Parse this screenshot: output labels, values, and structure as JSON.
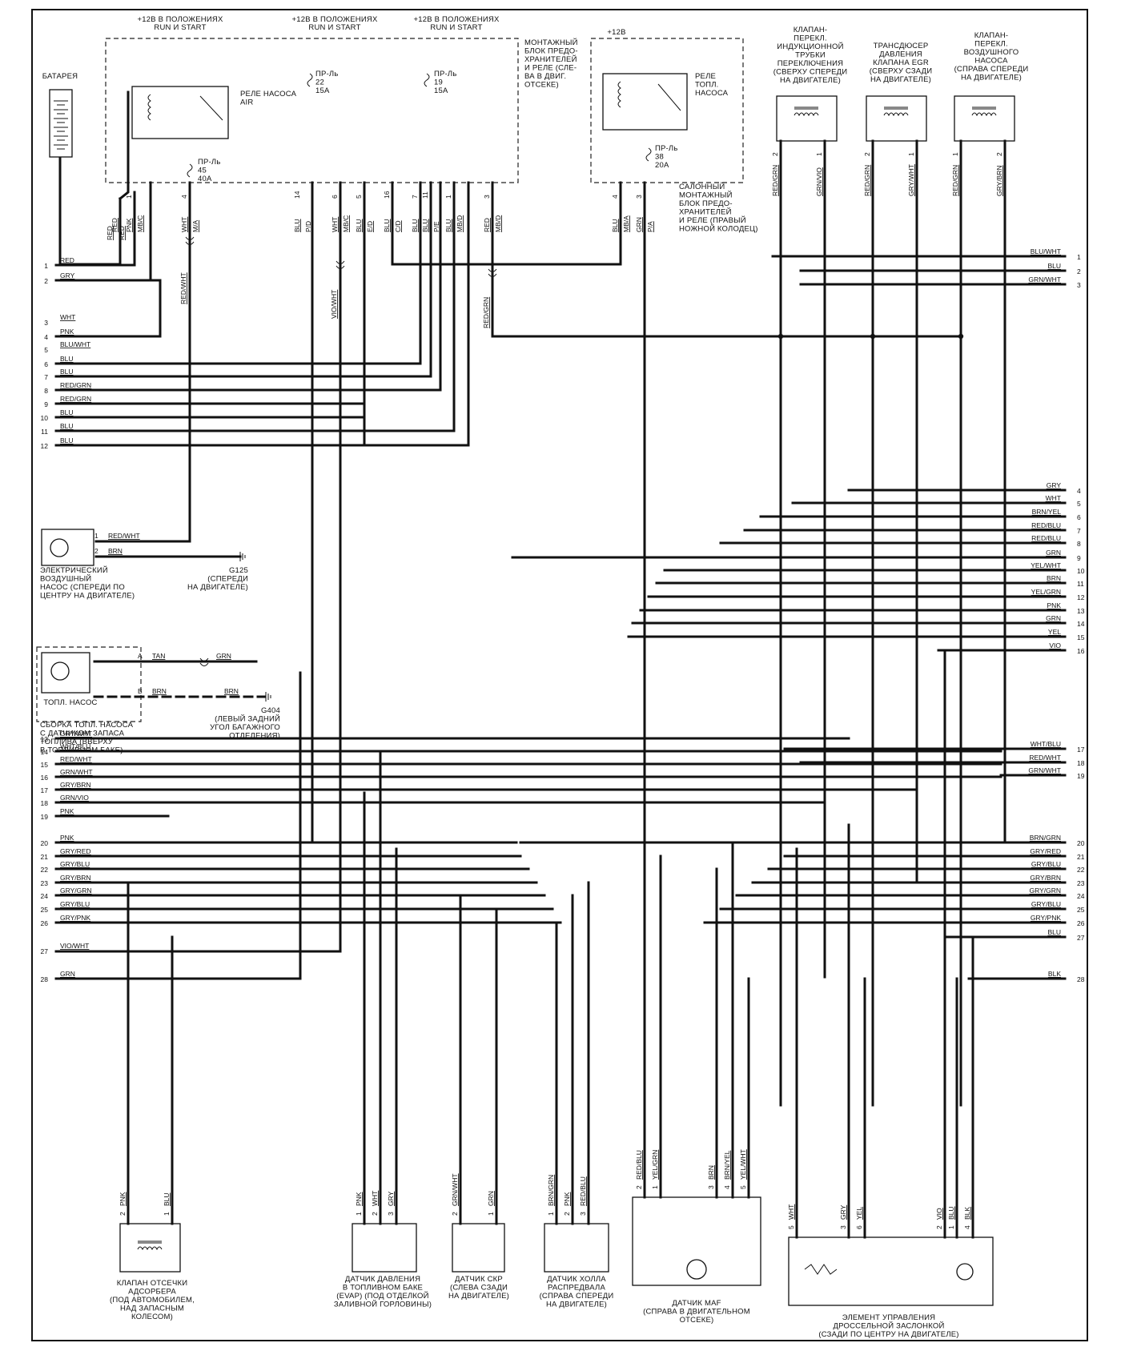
{
  "components": {
    "battery": "БАТАРЕЯ",
    "supply_left": [
      "+12В В ПОЛОЖЕНИЯХ",
      "RUN И START"
    ],
    "supply_mid": [
      "+12В В ПОЛОЖЕНИЯХ",
      "RUN И START"
    ],
    "supply_right": [
      "+12В В ПОЛОЖЕНИЯХ",
      "RUN И START"
    ],
    "supply_12v": "+12В",
    "underhood_box": [
      "МОНТАЖНЫЙ",
      "БЛОК ПРЕДО-",
      "ХРАНИТЕЛЕЙ",
      "И РЕЛЕ (СЛЕ-",
      "ВА В ДВИГ.",
      "ОТСЕКЕ)"
    ],
    "air_relay": [
      "РЕЛЕ НАСОСА",
      "AIR"
    ],
    "fuse45": [
      "ПР-Ль",
      "45",
      "40А"
    ],
    "fuse22": [
      "ПР-Ль",
      "22",
      "15А"
    ],
    "fuse19": [
      "ПР-Ль",
      "19",
      "15А"
    ],
    "fuel_relay": [
      "РЕЛЕ",
      "ТОПЛ.",
      "НАСОСА"
    ],
    "fuse38": [
      "ПР-Ль",
      "38",
      "20А"
    ],
    "cabin_box": [
      "САЛОННЫЙ",
      "МОНТАЖНЫЙ",
      "БЛОК ПРЕДО-",
      "ХРАНИТЕЛЕЙ",
      "И РЕЛЕ (ПРАВЫЙ",
      "НОЖНОЙ КОЛОДЕЦ)"
    ],
    "intake_valve": [
      "КЛАПАН-",
      "ПЕРЕКЛ.",
      "ИНДУКЦИОННОЙ",
      "ТРУБКИ",
      "ПЕРЕКЛЮЧЕНИЯ",
      "(СВЕРХУ СПЕРЕДИ",
      "НА ДВИГАТЕЛЕ)"
    ],
    "egr_transducer": [
      "ТРАНСДЮСЕР",
      "ДАВЛЕНИЯ",
      "КЛАПАНА EGR",
      "(СВЕРХУ СЗАДИ",
      "НА ДВИГАТЕЛЕ)"
    ],
    "air_valve": [
      "КЛАПАН-",
      "ПЕРЕКЛ.",
      "ВОЗДУШНОГО",
      "НАСОСА",
      "(СПРАВА СПЕРЕДИ",
      "НА ДВИГАТЕЛЕ)"
    ],
    "air_pump": [
      "ЭЛЕКТРИЧЕСКИЙ",
      "ВОЗДУШНЫЙ",
      "НАСОС (СПЕРЕДИ ПО",
      "ЦЕНТРУ НА ДВИГАТЕЛЕ)"
    ],
    "g125": [
      "G125",
      "(СПЕРЕДИ",
      "НА ДВИГАТЕЛЕ)"
    ],
    "fuel_pump": "ТОПЛ. НАСОС",
    "fuel_pump_assy": [
      "СБОРКА ТОПЛ. НАСОСА",
      "С ДАТЧИКОМ ЗАПАСА",
      "ТОПЛИВА (ВВЕРХУ",
      "В ТОПЛИВНОМ БАКЕ)"
    ],
    "g404": [
      "G404",
      "(ЛЕВЫЙ ЗАДНИЙ",
      "УГОЛ БАГАЖНОГО",
      "ОТДЕЛЕНИЯ)"
    ],
    "purge_valve": [
      "КЛАПАН ОТСЕЧКИ",
      "АДСОРБЕРА",
      "(ПОД АВТОМОБИЛЕМ,",
      "НАД ЗАПАСНЫМ",
      "КОЛЕСОМ)"
    ],
    "evap_sensor": [
      "ДАТЧИК ДАВЛЕНИЯ",
      "В ТОПЛИВНОМ БАКЕ",
      "(EVAP) (ПОД ОТДЕЛКОЙ",
      "ЗАЛИВНОЙ ГОРЛОВИНЫ)"
    ],
    "ckp_sensor": [
      "ДАТЧИК СКР",
      "(СЛЕВА СЗАДИ",
      "НА ДВИГАТЕЛЕ)"
    ],
    "hall_sensor": [
      "ДАТЧИК ХОЛЛА",
      "РАСПРЕДВАЛА",
      "(СПРАВА СПЕРЕДИ",
      "НА ДВИГАТЕЛЕ)"
    ],
    "maf_sensor": [
      "ДАТЧИК MAF",
      "(СПРАВА В ДВИГАТЕЛЬНОМ",
      "ОТСЕКЕ)"
    ],
    "throttle": [
      "ЭЛЕМЕНТ УПРАВЛЕНИЯ",
      "ДРОССЕЛЬНОЙ ЗАСЛОНКОЙ",
      "(СЗАДИ ПО ЦЕНТРУ НА ДВИГАТЕЛЕ)"
    ]
  },
  "left_rows": [
    {
      "n": "1",
      "c": "RED"
    },
    {
      "n": "2",
      "c": "GRY"
    },
    {
      "n": "3",
      "c": "WHT"
    },
    {
      "n": "4",
      "c": "PNK"
    },
    {
      "n": "5",
      "c": "BLU/WHT"
    },
    {
      "n": "6",
      "c": "BLU"
    },
    {
      "n": "7",
      "c": "BLU"
    },
    {
      "n": "8",
      "c": "RED/GRN"
    },
    {
      "n": "9",
      "c": "RED/GRN"
    },
    {
      "n": "10",
      "c": "BLU"
    },
    {
      "n": "11",
      "c": "BLU"
    },
    {
      "n": "12",
      "c": "BLU"
    },
    {
      "n": "13",
      "c": "GRY/WHT"
    },
    {
      "n": "14",
      "c": "WHT/BLU"
    },
    {
      "n": "15",
      "c": "RED/WHT"
    },
    {
      "n": "16",
      "c": "GRN/WHT"
    },
    {
      "n": "17",
      "c": "GRY/BRN"
    },
    {
      "n": "18",
      "c": "GRN/VIO"
    },
    {
      "n": "19",
      "c": "PNK"
    },
    {
      "n": "20",
      "c": "PNK"
    },
    {
      "n": "21",
      "c": "GRY/RED"
    },
    {
      "n": "22",
      "c": "GRY/BLU"
    },
    {
      "n": "23",
      "c": "GRY/BRN"
    },
    {
      "n": "24",
      "c": "GRY/GRN"
    },
    {
      "n": "25",
      "c": "GRY/BLU"
    },
    {
      "n": "26",
      "c": "GRY/PNK"
    },
    {
      "n": "27",
      "c": "VIO/WHT"
    },
    {
      "n": "28",
      "c": "GRN"
    }
  ],
  "right_rows": [
    {
      "n": "1",
      "c": "BLU/WHT"
    },
    {
      "n": "2",
      "c": "BLU"
    },
    {
      "n": "3",
      "c": "GRN/WHT"
    },
    {
      "n": "4",
      "c": "GRY"
    },
    {
      "n": "5",
      "c": "WHT"
    },
    {
      "n": "6",
      "c": "BRN/YEL"
    },
    {
      "n": "7",
      "c": "RED/BLU"
    },
    {
      "n": "8",
      "c": "RED/BLU"
    },
    {
      "n": "9",
      "c": "GRN"
    },
    {
      "n": "10",
      "c": "YEL/WHT"
    },
    {
      "n": "11",
      "c": "BRN"
    },
    {
      "n": "12",
      "c": "YEL/GRN"
    },
    {
      "n": "13",
      "c": "PNK"
    },
    {
      "n": "14",
      "c": "GRN"
    },
    {
      "n": "15",
      "c": "YEL"
    },
    {
      "n": "16",
      "c": "VIO"
    },
    {
      "n": "17",
      "c": "WHT/BLU"
    },
    {
      "n": "18",
      "c": "RED/WHT"
    },
    {
      "n": "19",
      "c": "GRN/WHT"
    },
    {
      "n": "20",
      "c": "BRN/GRN"
    },
    {
      "n": "21",
      "c": "GRY/RED"
    },
    {
      "n": "22",
      "c": "GRY/BLU"
    },
    {
      "n": "23",
      "c": "GRY/BRN"
    },
    {
      "n": "24",
      "c": "GRY/GRN"
    },
    {
      "n": "25",
      "c": "GRY/BLU"
    },
    {
      "n": "26",
      "c": "GRY/PNK"
    },
    {
      "n": "27",
      "c": "BLU"
    },
    {
      "n": "28",
      "c": "BLK"
    }
  ],
  "top_drops": [
    {
      "pin": "",
      "c": "RED",
      "code": ""
    },
    {
      "pin": "1",
      "c": "PNK",
      "code": "MB/C"
    },
    {
      "pin": "4",
      "c": "WHT",
      "code": "M/A"
    },
    {
      "pin": "14",
      "c": "BLU",
      "code": "P/D"
    },
    {
      "pin": "6",
      "c": "WHT",
      "code": "MB/C"
    },
    {
      "pin": "5",
      "c": "BLU",
      "code": "E/D"
    },
    {
      "pin": "16",
      "c": "BLU",
      "code": "C/D"
    },
    {
      "pin": "7",
      "c": "BLU",
      "code": ""
    },
    {
      "pin": "11",
      "c": "BLU",
      "code": "P/E"
    },
    {
      "pin": "1",
      "c": "BLU",
      "code": "MB/D"
    },
    {
      "pin": "3",
      "c": "RED",
      "code": "MB/D"
    },
    {
      "pin": "4",
      "c": "BLU",
      "code": "MB/A"
    },
    {
      "pin": "3",
      "c": "GRN",
      "code": "P/A"
    }
  ],
  "side_labels": {
    "red1": "RED",
    "red2": "RED",
    "redwht": "RED/WHT",
    "viowht": "VIO/WHT",
    "redgrn": "RED/GRN"
  },
  "top_sensors": [
    {
      "p1": "2",
      "c1": "RED/GRN",
      "p2": "1",
      "c2": "GRN/VIO"
    },
    {
      "p1": "2",
      "c1": "RED/GRN",
      "p2": "1",
      "c2": "GRY/WHT"
    },
    {
      "p1": "1",
      "c1": "RED/GRN",
      "p2": "2",
      "c2": "GRY/BRN"
    }
  ],
  "pump_wires": {
    "air1_pin": "1",
    "air1_c": "RED/WHT",
    "air2_pin": "2",
    "air2_c": "BRN",
    "fa_pin": "A",
    "fa_c": "TAN",
    "fa_c2": "GRN",
    "fb_pin": "B",
    "fb_c": "BRN",
    "fb_c2": "BRN"
  },
  "bottom": {
    "purge": [
      {
        "p": "2",
        "c": "PNK"
      },
      {
        "p": "1",
        "c": "BLU"
      }
    ],
    "evap": [
      {
        "p": "1",
        "c": "PNK"
      },
      {
        "p": "2",
        "c": "WHT"
      },
      {
        "p": "3",
        "c": "GRY"
      }
    ],
    "ckp": [
      {
        "p": "2",
        "c": "GRN/WHT"
      },
      {
        "p": "1",
        "c": "GRN"
      }
    ],
    "hall": [
      {
        "p": "1",
        "c": "BRN/GRN"
      },
      {
        "p": "2",
        "c": "PNK"
      },
      {
        "p": "3",
        "c": "RED/BLU"
      }
    ],
    "maf": [
      {
        "p": "2",
        "c": "RED/BLU"
      },
      {
        "p": "1",
        "c": "YEL/GRN"
      },
      {
        "p": "3",
        "c": "BRN"
      },
      {
        "p": "4",
        "c": "BRN/YEL"
      },
      {
        "p": "5",
        "c": "YEL/WHT"
      }
    ],
    "thr": [
      {
        "p": "5",
        "c": "WHT"
      },
      {
        "p": "3",
        "c": "GRY"
      },
      {
        "p": "6",
        "c": "YEL"
      },
      {
        "p": "2",
        "c": "VIO"
      },
      {
        "p": "1",
        "c": "BLU"
      },
      {
        "p": "4",
        "c": "BLK"
      }
    ]
  }
}
